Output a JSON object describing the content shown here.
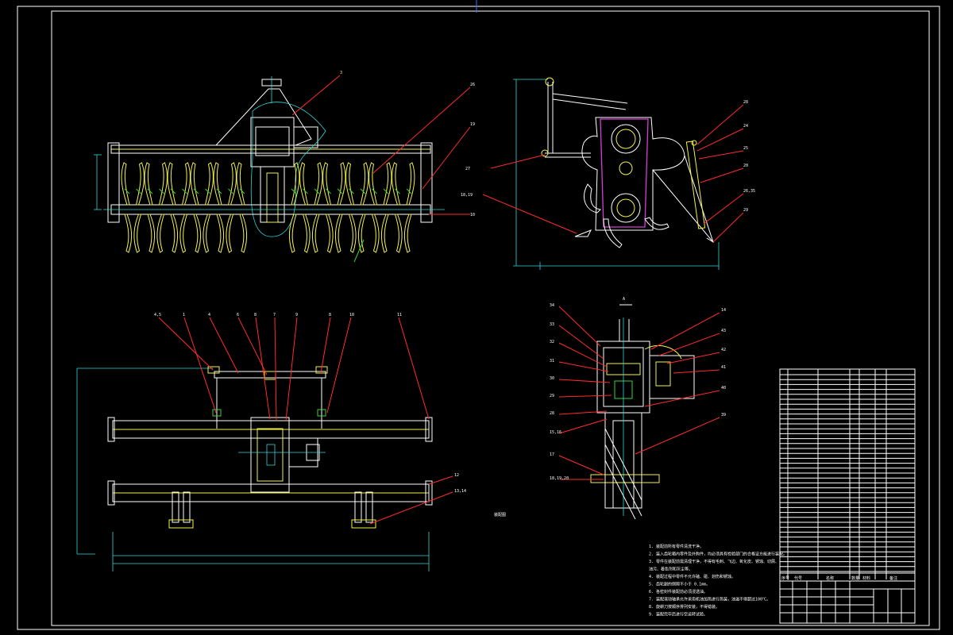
{
  "drawing": {
    "colors": {
      "frame": "#ffffff",
      "part_lines": "#ffffff",
      "blade": "#f2f24a",
      "blade_accent": "#39d439",
      "hidden": "#d83cd8",
      "dimension": "#2ed8d8",
      "leader": "#ff2b2b"
    }
  },
  "views": {
    "front": {
      "callouts": [
        "3",
        "26",
        "19",
        "10"
      ],
      "blade_count": 22
    },
    "side": {
      "callouts": [
        "27",
        "18,19",
        "28",
        "24",
        "25",
        "20",
        "26,35",
        "29"
      ]
    },
    "top": {
      "callouts": [
        "4,5",
        "1",
        "4",
        "6",
        "8",
        "7",
        "9",
        "8",
        "10",
        "11",
        "12",
        "13,14"
      ],
      "caption": "装配图"
    },
    "section": {
      "section_mark": "A",
      "callouts_left": [
        "34",
        "33",
        "32",
        "31",
        "30",
        "29",
        "28",
        "15,16",
        "17",
        "18,19,20"
      ],
      "callouts_right": [
        "14",
        "43",
        "42",
        "41",
        "40",
        "39"
      ]
    }
  },
  "notes": {
    "lines": [
      "1. 装配前所有零件清洗干净。",
      "2. 装入齿轮箱内零件及外购件，均必须具有检验部门的合格证方能进行装配。",
      "3. 零件在装配前需清理干净，不得有毛刺、飞边、氧化皮、锈蚀、切屑、",
      "   油污、着色剂和灰尘等。",
      "4. 装配过程中零件不允许磕、碰、划伤和锈蚀。",
      "5. 齿轮副的侧隙不小于 0.1mm。",
      "6. 各密封件装配前必须浸透油。",
      "7. 装配滚动轴承允许采用机油加热进行热装，油温不得超过100℃。",
      "8. 旋耕刀按顺序排列安装，不得错装。",
      "9. 装配完毕后进行空运转试验。"
    ]
  },
  "title_block": {
    "header": [
      "序号",
      "代号",
      "名称",
      "数量",
      "材料",
      "备注"
    ]
  }
}
